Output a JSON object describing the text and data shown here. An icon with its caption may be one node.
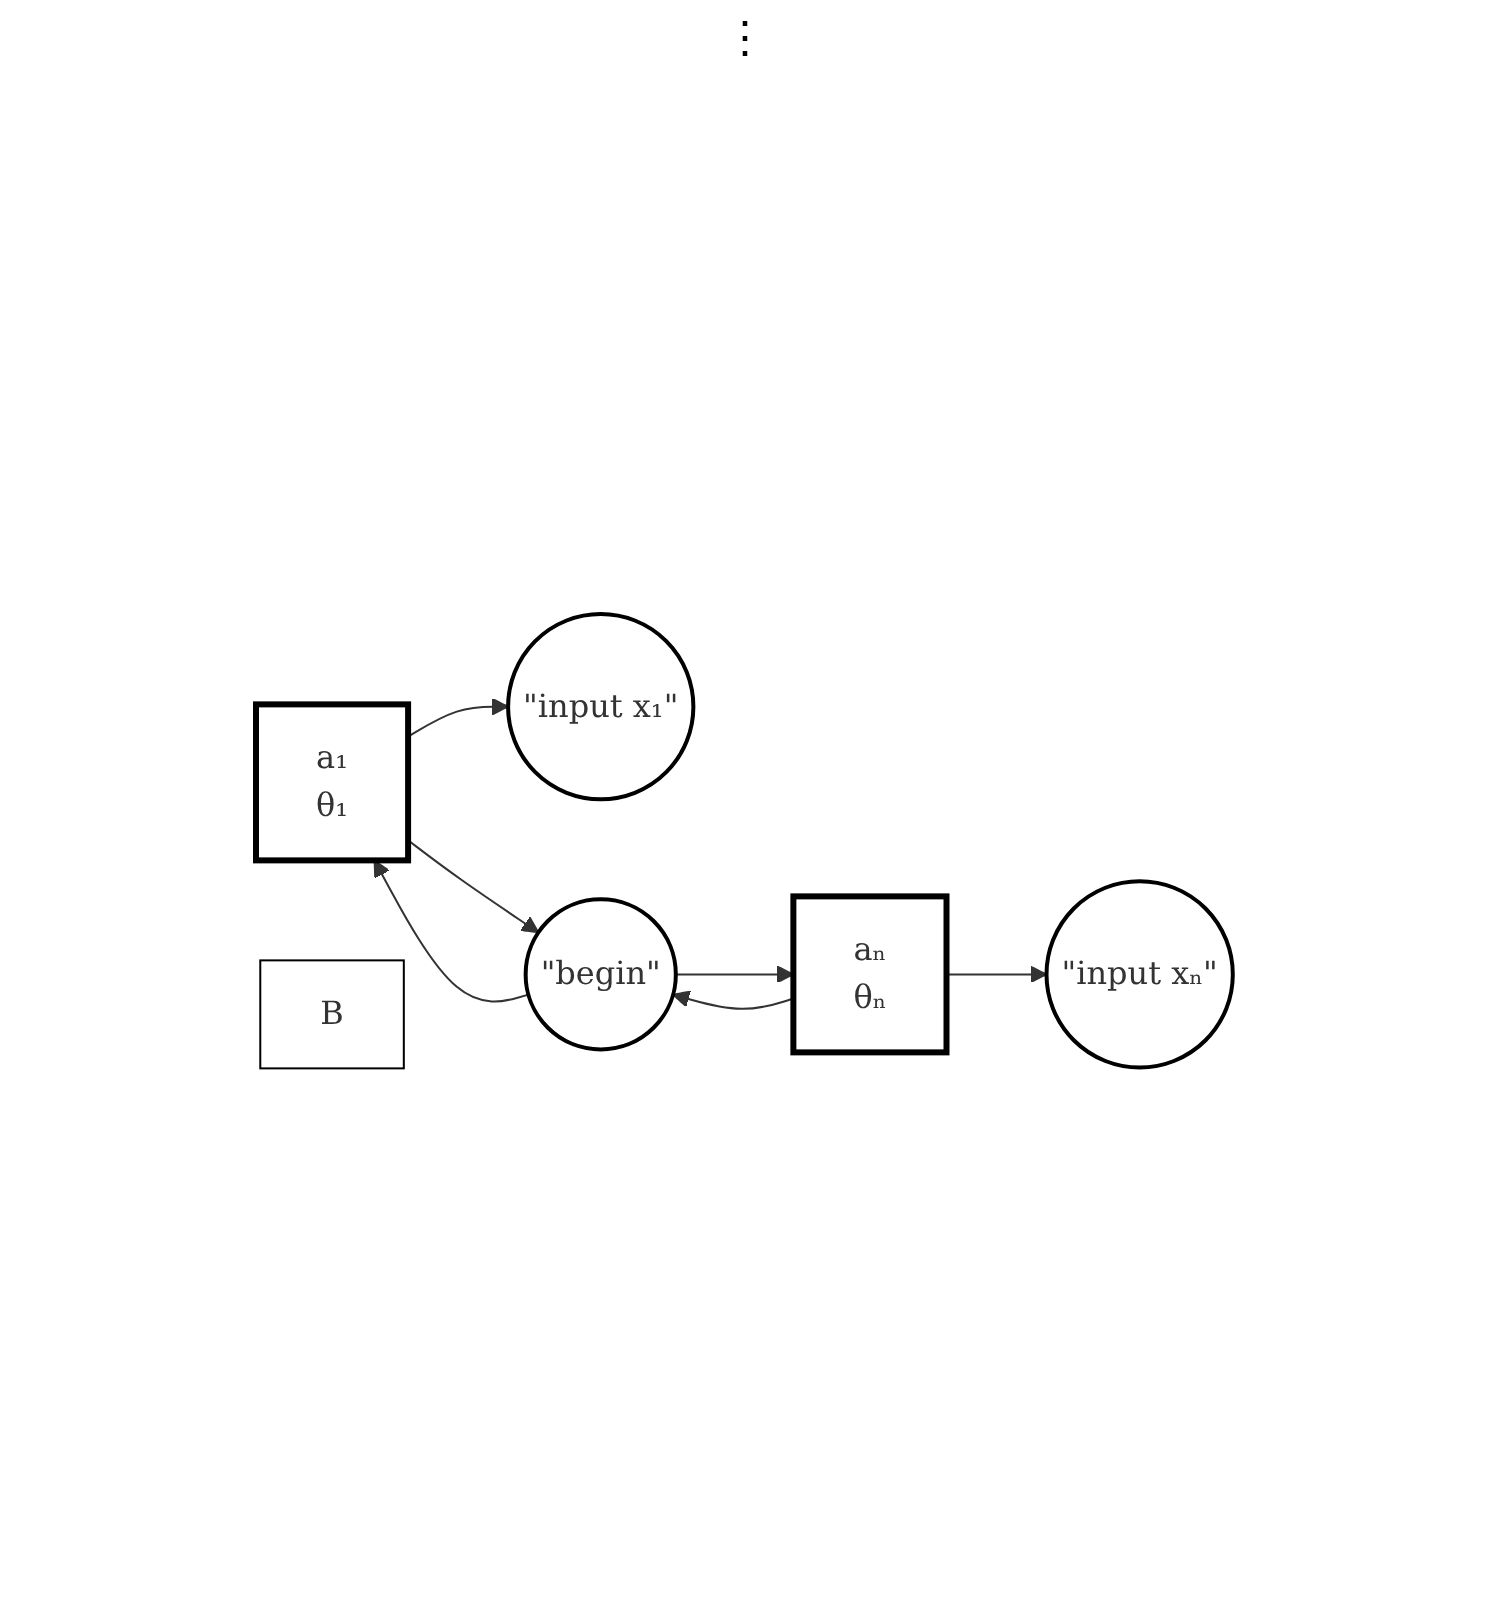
{
  "diagram": {
    "nodes": [
      {
        "text": [
          "a₁",
          "θ₁"
        ]
      },
      {
        "text": [
          "\"input x₁\""
        ]
      },
      {
        "text": [
          "B"
        ]
      },
      {
        "text": [
          "aₙ",
          "θₙ"
        ]
      },
      {
        "text": [
          "\"input xₙ\""
        ]
      },
      {
        "text": [
          "\"begin\""
        ]
      }
    ],
    "edges": [
      {
        "from": 0,
        "to": 1,
        "arrow": "to"
      },
      {
        "from": 0,
        "to": 5,
        "arrow": "to"
      },
      {
        "from": 5,
        "to": 0,
        "arrow": "to"
      },
      {
        "from": 3,
        "to": 4,
        "arrow": "to"
      },
      {
        "from": 3,
        "to": 5,
        "arrow": "to"
      },
      {
        "from": 5,
        "to": 3,
        "arrow": "to"
      }
    ],
    "labels": [
      "⋮"
    ]
  }
}
